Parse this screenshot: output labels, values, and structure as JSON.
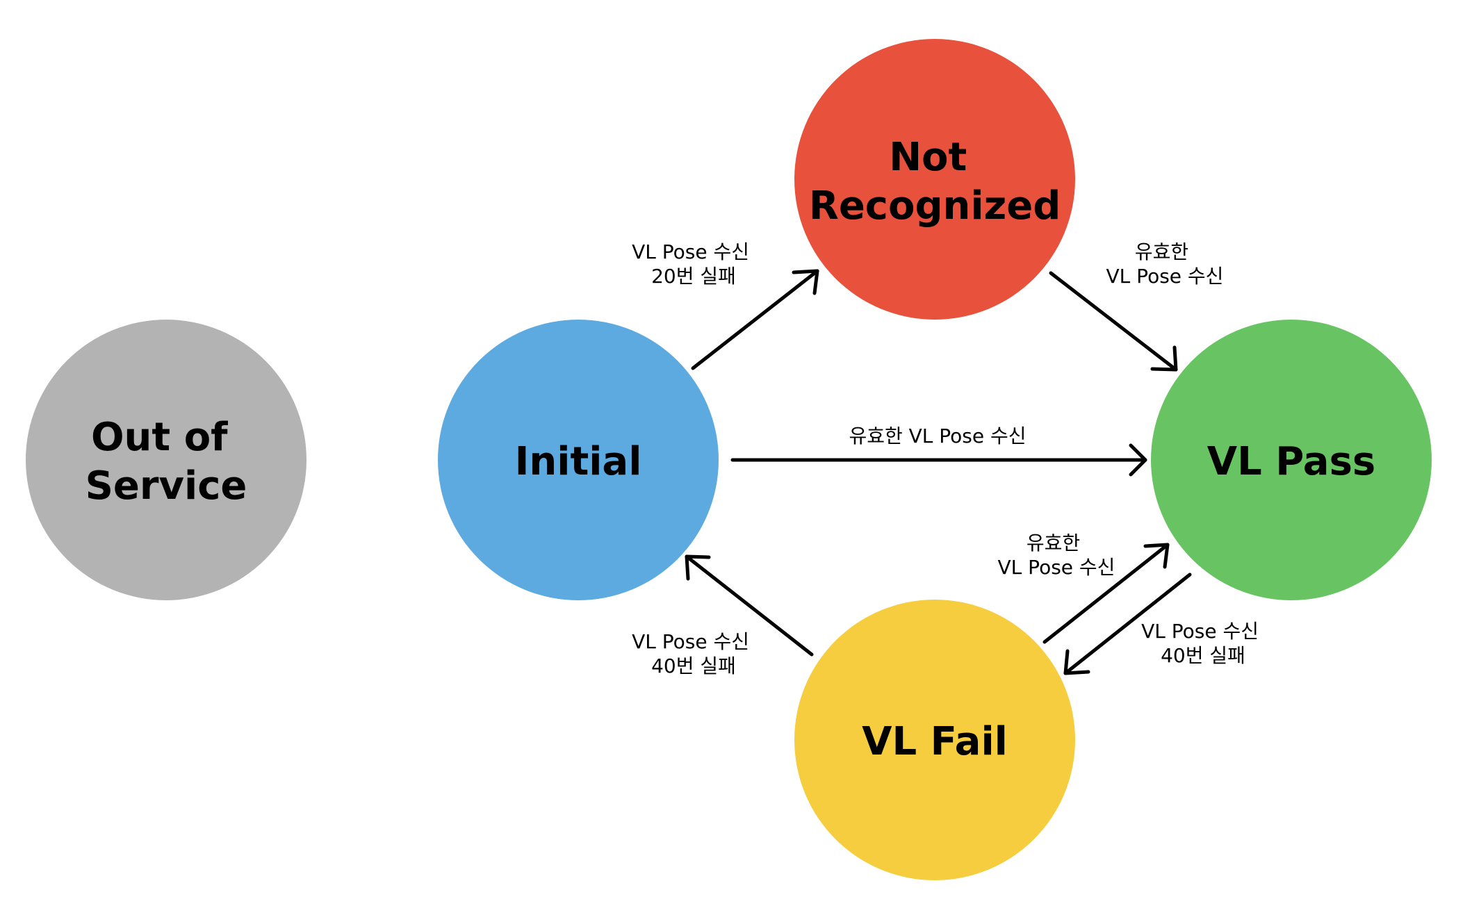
{
  "nodes": {
    "out_of_service": {
      "line1": "Out of",
      "line2": "Service",
      "color": "#b3b3b3"
    },
    "initial": {
      "label": "Initial",
      "color": "#5daae1"
    },
    "not_recognized": {
      "line1": "Not",
      "line2": "Recognized",
      "color": "#e8523d"
    },
    "vl_pass": {
      "label": "VL Pass",
      "color": "#68c462"
    },
    "vl_fail": {
      "label": "VL Fail",
      "color": "#f5cd3e"
    }
  },
  "edges": {
    "initial_to_not_recognized": {
      "line1": "VL Pose 수신",
      "line2": "20번 실패"
    },
    "not_recognized_to_vl_pass": {
      "line1": "유효한",
      "line2": "VL Pose 수신"
    },
    "initial_to_vl_pass": {
      "label": "유효한 VL Pose 수신"
    },
    "vl_fail_to_vl_pass": {
      "line1": "유효한",
      "line2": "VL Pose 수신"
    },
    "vl_pass_to_vl_fail": {
      "line1": "VL Pose 수신",
      "line2": "40번 실패"
    },
    "vl_fail_to_initial": {
      "line1": "VL Pose 수신",
      "line2": "40번 실패"
    }
  }
}
